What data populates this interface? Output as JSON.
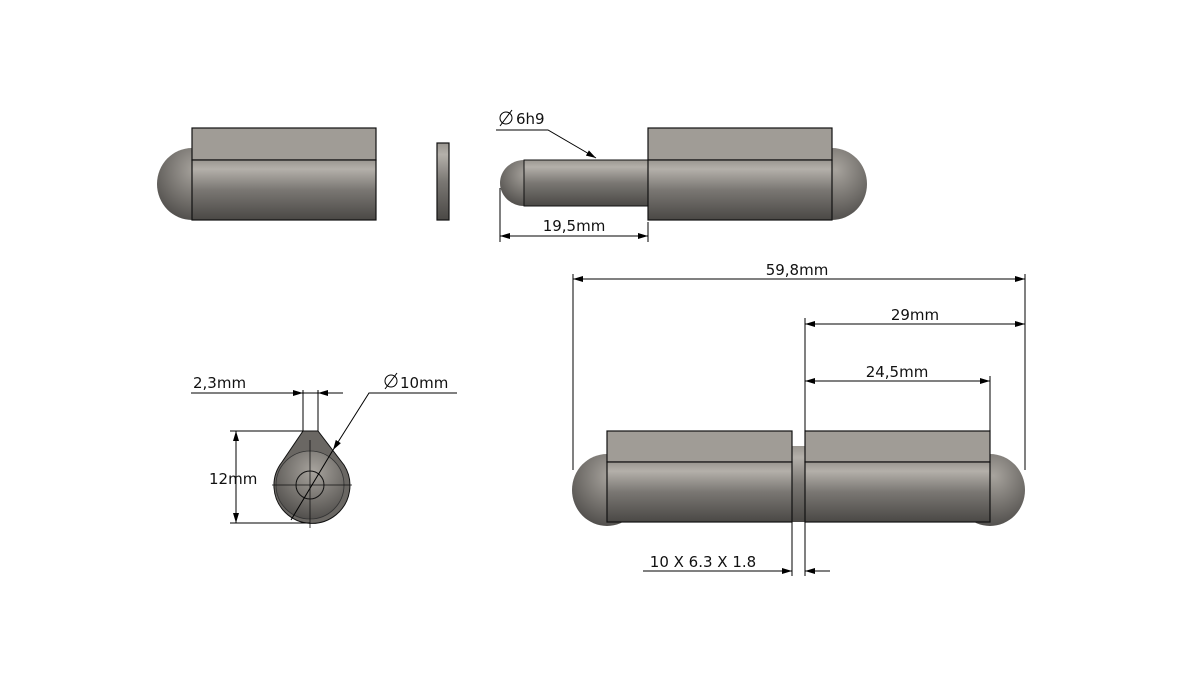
{
  "dimensions": {
    "pin_diameter": "6h9",
    "pin_length": "19,5mm",
    "overall_length": "59,8mm",
    "right_part_length": "29mm",
    "right_leaf_length": "24,5mm",
    "washer": "10 X 6.3 X 1.8",
    "leaf_thickness": "2,3mm",
    "end_diameter": "10mm",
    "end_height": "12mm"
  },
  "symbols": {
    "diameter": "diameter-symbol"
  },
  "colors": {
    "metal_light": "#b4b0aa",
    "metal_dark": "#4a4845",
    "leaf": "#a09c96",
    "line": "#000000"
  }
}
